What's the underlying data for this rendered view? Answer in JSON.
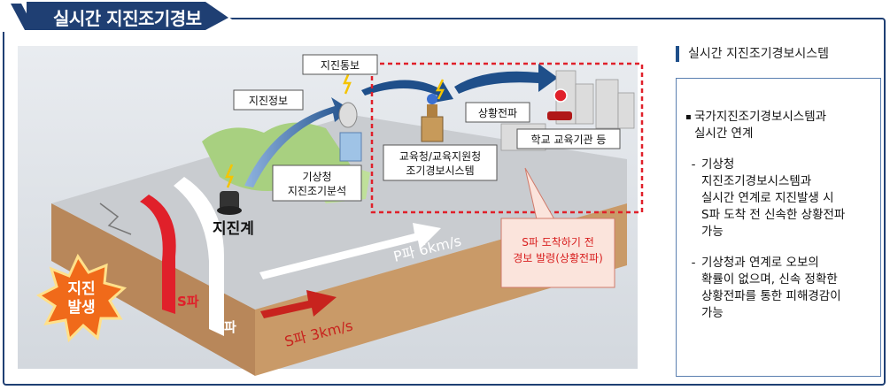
{
  "title": "실시간 지진조기경보",
  "diagram": {
    "earthquake_burst": [
      "지진",
      "발생"
    ],
    "seismometer": "지진계",
    "s_wave_band": "S파",
    "p_wave_band": "P파",
    "p_wave_speed": "P파 6km/s",
    "s_wave_speed": "S파 3km/s",
    "eq_info": "지진정보",
    "kma_analysis": [
      "기상청",
      "지진조기분석"
    ],
    "eq_notice": "지진통보",
    "edu_system": [
      "교육청/교육지원청",
      "조기경보시스템"
    ],
    "situation_spread": "상황전파",
    "schools": "학교 교육기관 등",
    "alert_note": [
      "S파 도착하기 전",
      "경보 발령(상황전파)"
    ]
  },
  "side": {
    "heading": "실시간 지진조기경보시스템",
    "bullet_marker": "▪",
    "bullet": [
      "국가지진조기경보시스템과",
      "실시간 연계"
    ],
    "dash_marker": "-",
    "dash1": [
      "기상청",
      "지진조기경보시스템과",
      "실시간 연계로 지진발생 시",
      "S파 도착 전 신속한 상황전파",
      "가능"
    ],
    "dash2": [
      "기상청과 연계로 오보의",
      "확률이 없으며, 신속 정확한",
      "상황전파를 통한 피해경감이",
      "가능"
    ]
  },
  "colors": {
    "navy": "#1f3f73",
    "red": "#d81e1e",
    "arrow_blue": "#1f4f8a",
    "dashed_red": "#e0202a",
    "burst_orange": "#f06a1a"
  }
}
